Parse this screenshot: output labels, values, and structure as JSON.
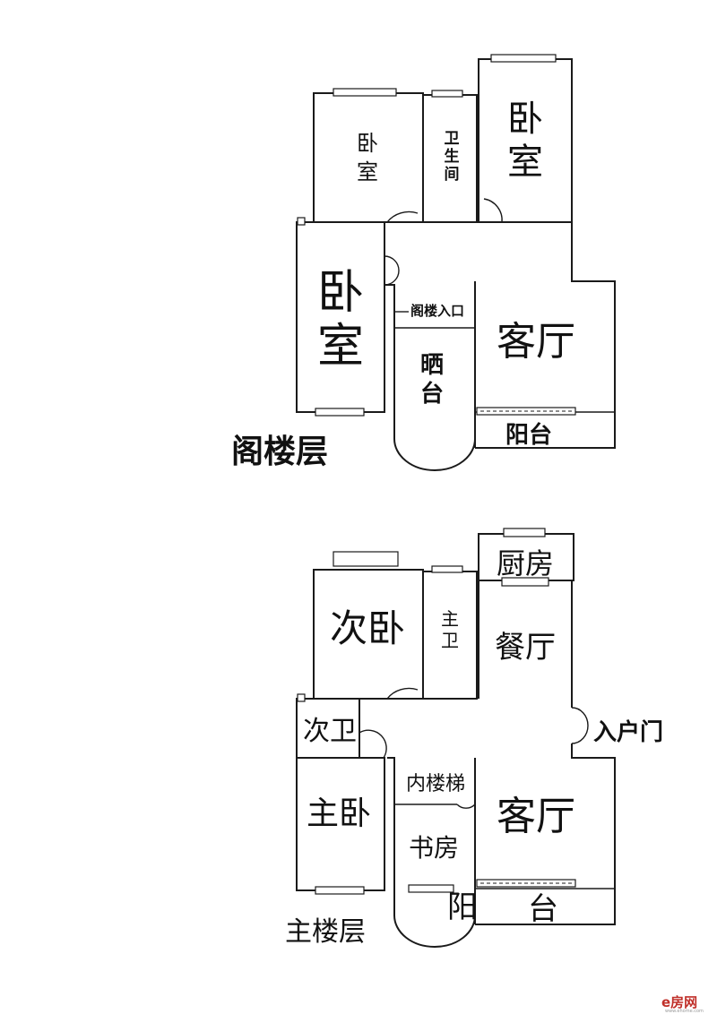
{
  "attic": {
    "title": "阁楼层",
    "bedroom_top_left": "卧室",
    "bathroom": "卫生间",
    "bedroom_top_right": "卧室",
    "bedroom_left": "卧室",
    "attic_entrance": "阁楼入口",
    "living_room": "客厅",
    "drying_terrace": "晒台",
    "balcony": "阳台"
  },
  "main": {
    "title": "主楼层",
    "kitchen": "厨房",
    "second_bedroom": "次卧",
    "master_bath": "主卫",
    "dining_room": "餐厅",
    "second_bath": "次卫",
    "entrance_door": "入户门",
    "inner_stairs": "内楼梯",
    "master_bedroom": "主卧",
    "living_room": "客厅",
    "study": "书房",
    "balcony_left": "阳",
    "balcony_right": "台"
  },
  "watermark": {
    "brand": "e房网",
    "url": "www.ehome.com"
  }
}
